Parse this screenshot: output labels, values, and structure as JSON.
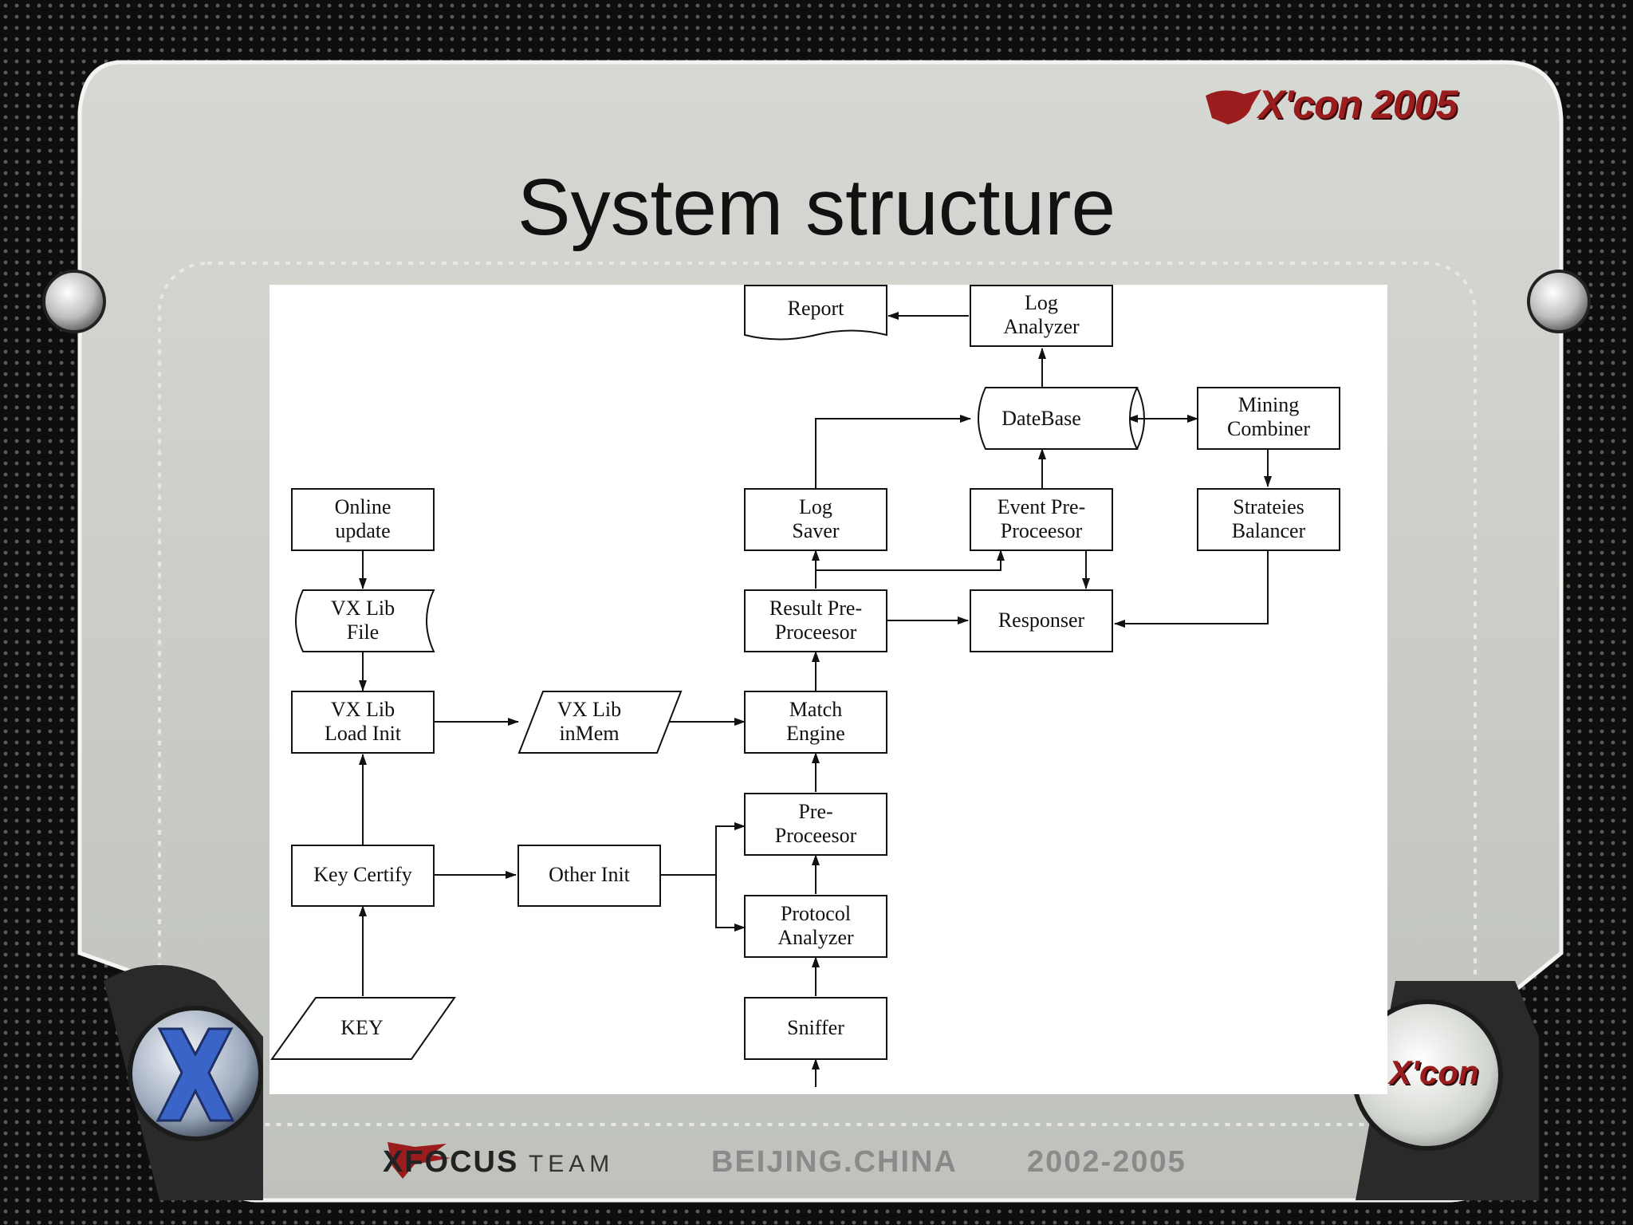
{
  "slide": {
    "title": "System structure",
    "event_logo": "X'con 2005",
    "corner_logo": "X'con",
    "footer": {
      "team_bold": "XFOCUS",
      "team_thin": "TEAM",
      "location": "BEIJING.CHINA",
      "years": "2002-2005"
    }
  },
  "diagram": {
    "nodes": {
      "report": "Report",
      "log_analyzer": [
        "Log",
        "Analyzer"
      ],
      "datebase": "DateBase",
      "mining_combiner": [
        "Mining",
        "Combiner"
      ],
      "online_update": [
        "Online",
        "update"
      ],
      "log_saver": [
        "Log",
        "Saver"
      ],
      "event_preproc": [
        "Event Pre-",
        "Proceesor"
      ],
      "strateies_balancer": [
        "Strateies",
        "Balancer"
      ],
      "vx_lib_file": [
        "VX Lib",
        "File"
      ],
      "result_preproc": [
        "Result Pre-",
        "Proceesor"
      ],
      "responser": "Responser",
      "vx_lib_load_init": [
        "VX Lib",
        "Load Init"
      ],
      "vx_lib_inmem": [
        "VX Lib",
        "inMem"
      ],
      "match_engine": [
        "Match",
        "Engine"
      ],
      "preproc": [
        "Pre-",
        "Proceesor"
      ],
      "key_certify": "Key Certify",
      "other_init": "Other Init",
      "protocol_analyzer": [
        "Protocol",
        "Analyzer"
      ],
      "key": "KEY",
      "sniffer": "Sniffer"
    }
  },
  "colors": {
    "frame": "#c9ccc6",
    "background": "#101010",
    "logo_red": "#9b1c1c",
    "line": "#111111"
  }
}
